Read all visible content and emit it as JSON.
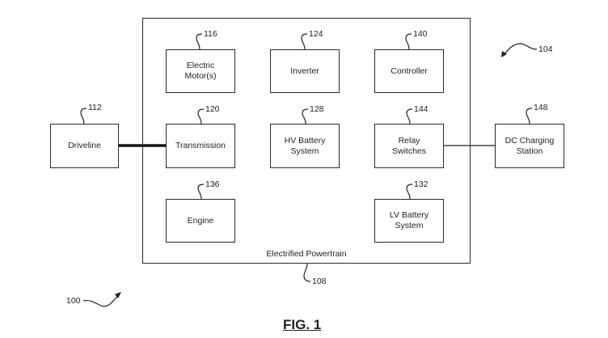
{
  "figure": {
    "caption": "FIG. 1",
    "system_ref": "100",
    "vehicle_ref": "104"
  },
  "powertrain": {
    "label": "Electrified Powertrain",
    "ref": "108"
  },
  "blocks": [
    {
      "id": "driveline",
      "label": "Driveline",
      "ref": "112"
    },
    {
      "id": "electric-motor",
      "label": "Electric\nMotor(s)",
      "ref": "116"
    },
    {
      "id": "transmission",
      "label": "Transmission",
      "ref": "120"
    },
    {
      "id": "inverter",
      "label": "Inverter",
      "ref": "124"
    },
    {
      "id": "hv-battery",
      "label": "HV Battery\nSystem",
      "ref": "128"
    },
    {
      "id": "lv-battery",
      "label": "LV Battery\nSystem",
      "ref": "132"
    },
    {
      "id": "engine",
      "label": "Engine",
      "ref": "136"
    },
    {
      "id": "controller",
      "label": "Controller",
      "ref": "140"
    },
    {
      "id": "relay-switches",
      "label": "Relay\nSwitches",
      "ref": "144"
    },
    {
      "id": "dc-charging-station",
      "label": "DC Charging\nStation",
      "ref": "148"
    }
  ],
  "connections": [
    {
      "from": "driveline",
      "to": "transmission",
      "style": "thick"
    },
    {
      "from": "relay-switches",
      "to": "dc-charging-station",
      "style": "thin"
    }
  ]
}
